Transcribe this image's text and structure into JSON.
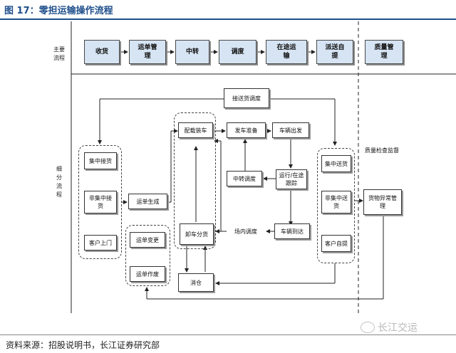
{
  "title": "图 17：零担运输操作流程",
  "source": "资料来源：招股说明书，长江证券研究部",
  "watermark": "长江交运",
  "row_labels": {
    "main": [
      "主要",
      "流程"
    ],
    "detail": [
      "细",
      "分",
      "流",
      "程"
    ]
  },
  "main_flow": [
    {
      "line1": "收货",
      "line2": ""
    },
    {
      "line1": "运单管",
      "line2": "理"
    },
    {
      "line1": "中转",
      "line2": ""
    },
    {
      "line1": "调度",
      "line2": ""
    },
    {
      "line1": "在途运",
      "line2": "输"
    },
    {
      "line1": "派送自",
      "line2": "提"
    },
    {
      "line1": "质量管",
      "line2": "理"
    }
  ],
  "receive": {
    "items": [
      "集中接货",
      "非集中接货",
      "客户上门"
    ]
  },
  "waybill": {
    "create": "运单生成",
    "change": "运单变更",
    "void": "运单作废"
  },
  "transfer": {
    "load": "配载装车",
    "unload": "卸车分货",
    "storage": "消仓"
  },
  "dispatch": {
    "coordination": "接送货调度",
    "depart_prep": "发车准备",
    "depart": "车辆出发",
    "transit_dispatch": "中转调度",
    "tracking": "运行/在途跟踪",
    "yard_dispatch": "场内调度",
    "arrive": "车辆到达"
  },
  "delivery": {
    "items": [
      "集中送货",
      "非集中送货",
      "客户自提"
    ]
  },
  "quality": {
    "inspect": "质量检查监督",
    "exception": "货物异常管理"
  }
}
